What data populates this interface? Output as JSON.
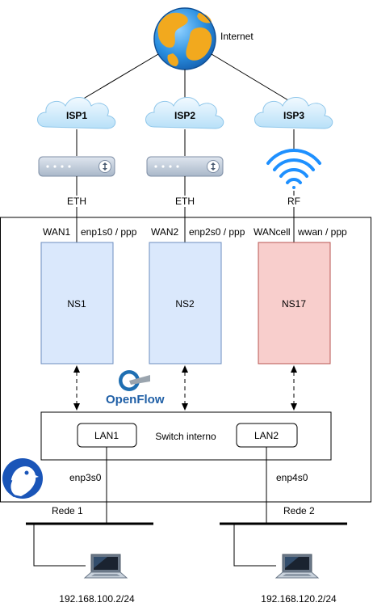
{
  "internet": {
    "label": "Internet"
  },
  "isps": [
    {
      "label": "ISP1",
      "device": "modem",
      "link": "ETH"
    },
    {
      "label": "ISP2",
      "device": "modem",
      "link": "ETH"
    },
    {
      "label": "ISP3",
      "device": "wireless",
      "link": "RF"
    }
  ],
  "wan": [
    {
      "name": "WAN1",
      "iface": "enp1s0 / ppp",
      "ns": "NS1",
      "color": "#dae8fc",
      "border": "#6c8ebf"
    },
    {
      "name": "WAN2",
      "iface": "enp2s0 / ppp",
      "ns": "NS2",
      "color": "#dae8fc",
      "border": "#6c8ebf"
    },
    {
      "name": "WANcell",
      "iface": "wwan / ppp",
      "ns": "NS17",
      "color": "#f8cecc",
      "border": "#b85450"
    }
  ],
  "openflow": {
    "label": "OpenFlow"
  },
  "switch": {
    "label": "Switch interno",
    "ports": [
      "LAN1",
      "LAN2"
    ]
  },
  "lan_ifaces": [
    "enp3s0",
    "enp4s0"
  ],
  "networks": [
    {
      "name": "Rede 1",
      "ip": "192.168.100.2/24"
    },
    {
      "name": "Rede 2",
      "ip": "192.168.120.2/24"
    }
  ],
  "icons": [
    "globe-icon",
    "cloud-icon",
    "modem-icon",
    "wifi-icon",
    "openflow-icon",
    "penguin-icon",
    "laptop-icon"
  ]
}
